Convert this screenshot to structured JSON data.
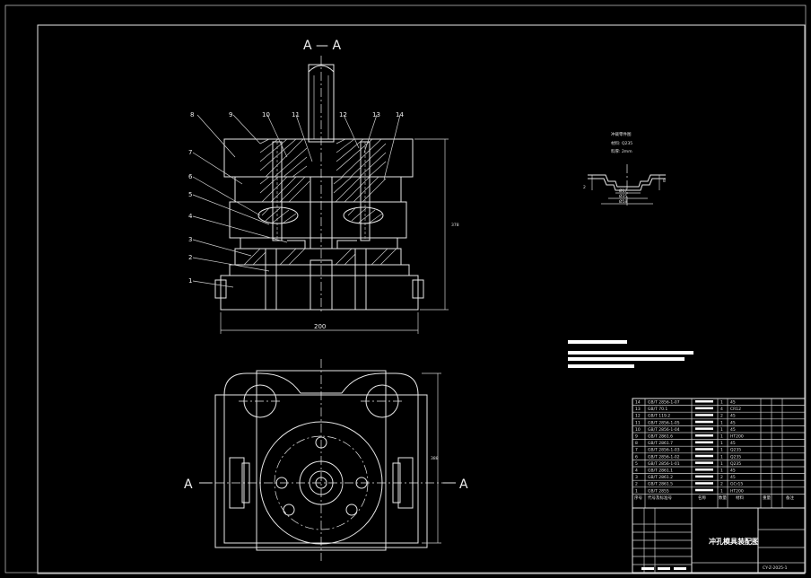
{
  "section_view": {
    "section_label": "A — A",
    "part_labels": [
      "1",
      "2",
      "3",
      "4",
      "5",
      "6",
      "7",
      "8",
      "9",
      "10",
      "11",
      "12",
      "13",
      "14"
    ],
    "width_dim": "200",
    "height_dim": "378"
  },
  "plan_view": {
    "cut_left": "A",
    "cut_right": "A",
    "depth_dim": "388"
  },
  "part_sketch": {
    "title": "冲裁零件图",
    "material_label": "材料: Q235",
    "thickness_label": "料厚: 2mm",
    "dims": [
      "Ø17",
      "Ø35",
      "Ø58",
      "2",
      "8"
    ]
  },
  "bom": {
    "rows": [
      {
        "no": "14",
        "code": "GB/T 2856-1-07",
        "qty": "1",
        "mat": "45"
      },
      {
        "no": "13",
        "code": "GB/T 70.1",
        "qty": "4",
        "mat": "CR12"
      },
      {
        "no": "12",
        "code": "GB/T 119.2",
        "qty": "2",
        "mat": "45"
      },
      {
        "no": "11",
        "code": "GB/T 2856-1-05",
        "qty": "1",
        "mat": "45"
      },
      {
        "no": "10",
        "code": "GB/T 2856-1-04",
        "qty": "1",
        "mat": "45"
      },
      {
        "no": "9",
        "code": "GB/T 2861.6",
        "qty": "1",
        "mat": "HT200"
      },
      {
        "no": "8",
        "code": "GB/T 2861.7",
        "qty": "1",
        "mat": "45"
      },
      {
        "no": "7",
        "code": "GB/T 2856-1-03",
        "qty": "1",
        "mat": "Q235"
      },
      {
        "no": "6",
        "code": "GB/T 2856-1-02",
        "qty": "1",
        "mat": "Q235"
      },
      {
        "no": "5",
        "code": "GB/T 2856-1-01",
        "qty": "1",
        "mat": "Q235"
      },
      {
        "no": "4",
        "code": "GB/T 2861.1",
        "qty": "1",
        "mat": "45"
      },
      {
        "no": "3",
        "code": "GB/T 2861.2",
        "qty": "2",
        "mat": "45"
      },
      {
        "no": "2",
        "code": "GB/T 2861.5",
        "qty": "2",
        "mat": "GCr15"
      },
      {
        "no": "1",
        "code": "GB/T 2855",
        "qty": "1",
        "mat": "HT200"
      }
    ],
    "header": {
      "no": "序号",
      "code": "代号及标准号",
      "name": "名称",
      "qty": "数量",
      "mat": "材料",
      "weight": "重量",
      "note": "备注"
    }
  },
  "title_block": {
    "drawing_title": "冲孔模具装配图",
    "drawing_number": "CY-Z-2025-1"
  }
}
